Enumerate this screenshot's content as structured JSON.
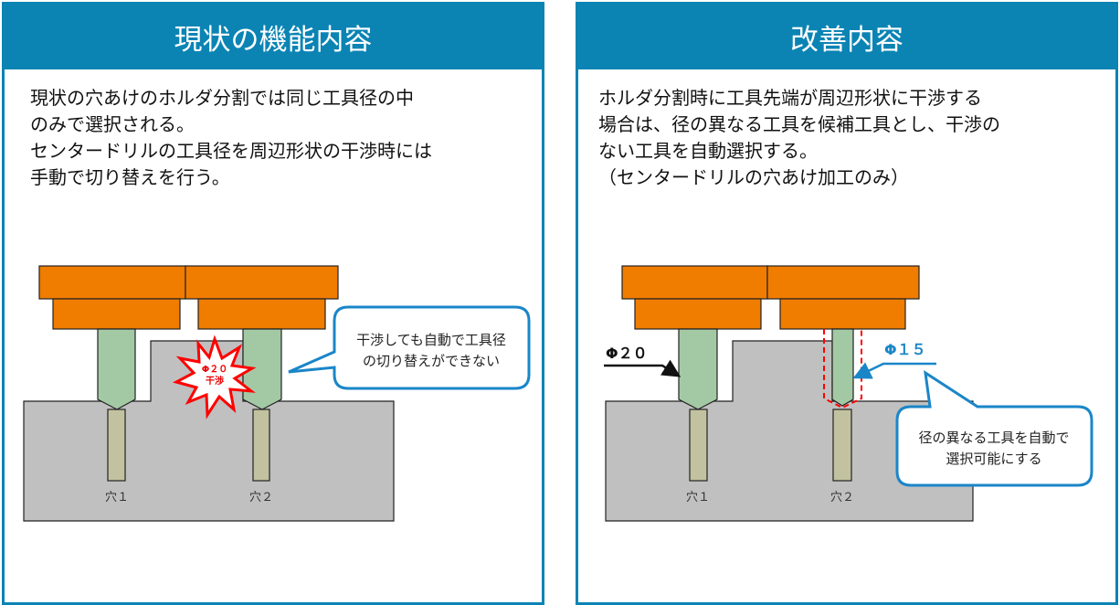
{
  "left": {
    "title": "現状の機能内容",
    "text": "現状の穴あけのホルダ分割では同じ工具径の中\nのみで選択される。\nセンタードリルの工具径を周辺形状の干渉時には\n手動で切り替えを行う。",
    "callout_line1": "干渉しても自動で工具径",
    "callout_line2": "の切り替えができない",
    "burst_line1": "Φ２０",
    "burst_line2": "干渉",
    "hole1": "穴１",
    "hole2": "穴２"
  },
  "right": {
    "title": "改善内容",
    "text": "ホルダ分割時に工具先端が周辺形状に干渉する\n場合は、径の異なる工具を候補工具とし、干渉の\nない工具を自動選択する。\n（センタードリルの穴あけ加工のみ）",
    "tool1_label": "Φ２０",
    "tool2_label": "Φ１５",
    "callout_line1": "径の異なる工具を自動で",
    "callout_line2": "選択可能にする",
    "hole1": "穴１",
    "hole2": "穴２"
  },
  "colors": {
    "frame": "#0b84b4",
    "holder": "#f07c00",
    "tool": "#a3c9a4",
    "stem": "#c2c2a0",
    "work": "#c0c0c0",
    "alert": "#ff0000"
  }
}
